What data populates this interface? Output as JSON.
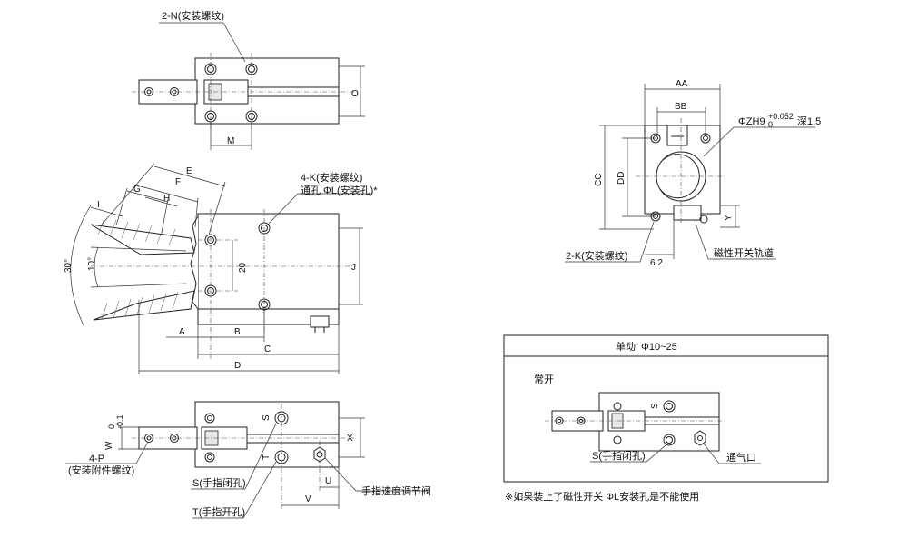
{
  "labels": {
    "top_thread": "2-N(安装螺纹)",
    "dim_O": "O",
    "dim_M": "M",
    "dim_E": "E",
    "dim_F": "F",
    "dim_G": "G",
    "dim_H": "H",
    "dim_I": "I",
    "angle_30": "30°",
    "angle_10": "10°",
    "thread_4K": "4-K(安装螺纹)",
    "hole_L": "通孔 ΦL(安装孔)*",
    "dim_20": "20",
    "dim_J": "J",
    "dim_A": "A",
    "dim_B": "B",
    "dim_C": "C",
    "dim_D": "D",
    "port_S": "S",
    "port_T": "T",
    "dim_X": "X",
    "dim_W": "W",
    "dim_W_tol": "0\n-0.1",
    "dim_4P": "4-P",
    "attach_thread": "(安装附件螺纹)",
    "finger_close": "S(手指闭孔)",
    "finger_open": "T(手指开孔)",
    "dim_U": "U",
    "dim_V": "V",
    "speed_valve": "手指速度调节阀",
    "dim_AA": "AA",
    "dim_BB": "BB",
    "zh9": "ΦZH9",
    "zh9_tol_upper": "+0.052",
    "zh9_tol_lower": "0",
    "depth": "深1.5",
    "dim_CC": "CC",
    "dim_DD": "DD",
    "dim_Y": "Y",
    "side_thread": "2-K(安装螺纹)",
    "dim_62": "6.2",
    "switch_rail": "磁性开关轨道",
    "box_title": "单动: Φ10~25",
    "normally_open": "常开",
    "box_port_S": "S",
    "box_finger_close": "S(手指闭孔)",
    "vent": "通气口",
    "note": "※如果装上了磁性开关  ΦL安装孔是不能使用"
  }
}
